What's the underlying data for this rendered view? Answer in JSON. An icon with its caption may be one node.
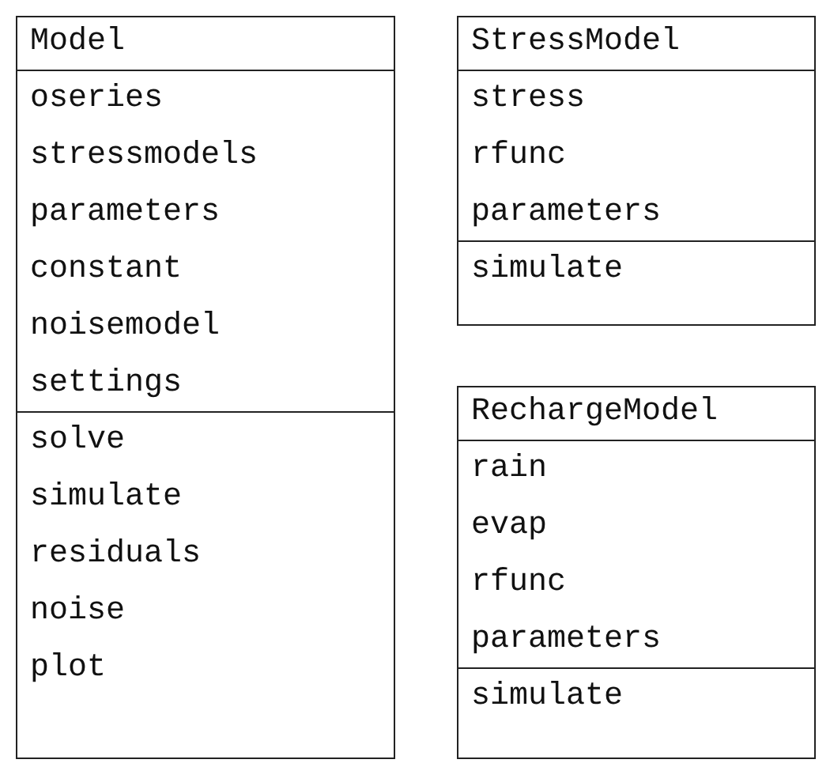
{
  "diagram": {
    "nodes": [
      {
        "text": [
          "Model",
          "oseries",
          "stressmodels",
          "parameters",
          "constant",
          "noisemodel",
          "settings",
          "solve",
          "simulate",
          "residuals",
          "noise",
          "plot"
        ]
      },
      {
        "text": [
          "StressModel",
          "stress",
          "rfunc",
          "parameters",
          "simulate"
        ]
      },
      {
        "text": [
          "RechargeModel",
          "rain",
          "evap",
          "rfunc",
          "parameters",
          "simulate"
        ]
      }
    ]
  }
}
